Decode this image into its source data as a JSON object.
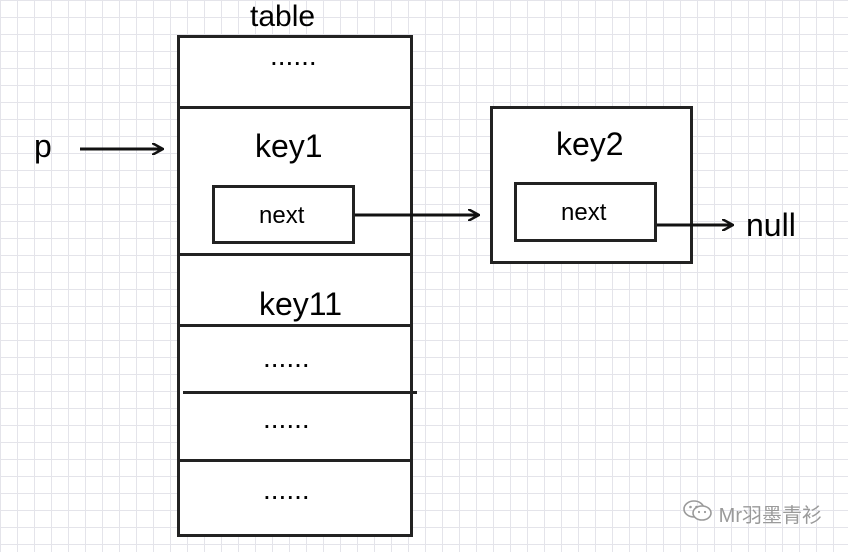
{
  "diagram": {
    "table_label": "table",
    "pointer_label": "p",
    "rows": {
      "top_ellipsis": "......",
      "key1": "key1",
      "key1_next": "next",
      "key11": "key11",
      "ellipsis_1": "......",
      "ellipsis_2": "......",
      "ellipsis_3": "......"
    },
    "node2": {
      "key": "key2",
      "next": "next"
    },
    "terminal": "null"
  },
  "watermark": {
    "icon": "wechat-icon",
    "text": "Mr羽墨青衫"
  }
}
